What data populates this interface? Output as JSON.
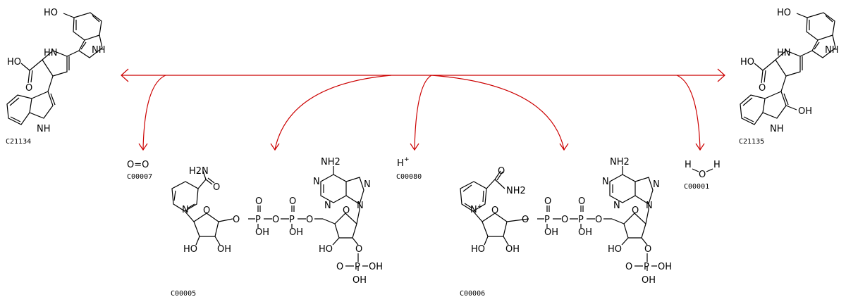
{
  "compounds": {
    "substrate": {
      "id": "C21134",
      "labels": {
        "hydroxy": "HO",
        "nh_top": "HN",
        "nh_right": "NH",
        "acid": "HO",
        "o": "O",
        "nh_bottom": "NH"
      }
    },
    "product": {
      "id": "C21135",
      "labels": {
        "hydroxy": "HO",
        "nh_top": "HN",
        "nh_right": "NH",
        "acid": "HO",
        "o": "O",
        "nh_bottom": "NH",
        "oh": "OH"
      }
    },
    "oxygen": {
      "id": "C00007",
      "formula": "O=O"
    },
    "nadph": {
      "id": "C00005",
      "labels": {
        "h2n": "H2N",
        "amide_o": "O",
        "n": "N",
        "o_ring": "O",
        "o1": "O",
        "o2": "O",
        "o3": "O",
        "o4": "O",
        "p1": "P",
        "p2": "P",
        "o_up1": "O",
        "o_up2": "O",
        "oh1": "OH",
        "oh2": "OH",
        "ho_a": "HO",
        "oh_a": "OH",
        "ade_nh2": "NH2",
        "n1": "N",
        "n3": "N",
        "n7": "N",
        "n9": "N",
        "ribose_o": "O",
        "ho_b": "HO",
        "o_p": "O",
        "p3": "P",
        "oh3": "OH",
        "oh4": "OH",
        "o_dbl": "O"
      }
    },
    "proton": {
      "id": "C00080",
      "symbol": "H",
      "charge": "+"
    },
    "nadp": {
      "id": "C00006",
      "labels": {
        "nh2": "NH2",
        "amide_o": "O",
        "n_plus": "N",
        "charge": "+",
        "o_ring": "O",
        "o1": "O",
        "o2": "O",
        "o3": "O",
        "o4": "O",
        "p1": "P",
        "p2": "P",
        "o_up1": "O",
        "o_up2": "O",
        "oh1": "OH",
        "oh2": "OH",
        "ho_a": "HO",
        "oh_a": "OH",
        "ade_nh2": "NH2",
        "n1": "N",
        "n3": "N",
        "n7": "N",
        "n9": "N",
        "ribose_o": "O",
        "ho_b": "HO",
        "o_p": "O",
        "p3": "P",
        "oh3": "OH",
        "oh4": "OH",
        "o_dbl": "O"
      }
    },
    "water": {
      "id": "C00001",
      "h1": "H",
      "o": "O",
      "h2": "H"
    }
  },
  "colors": {
    "reaction_arrow": "#cc0000",
    "bond": "#000000"
  }
}
